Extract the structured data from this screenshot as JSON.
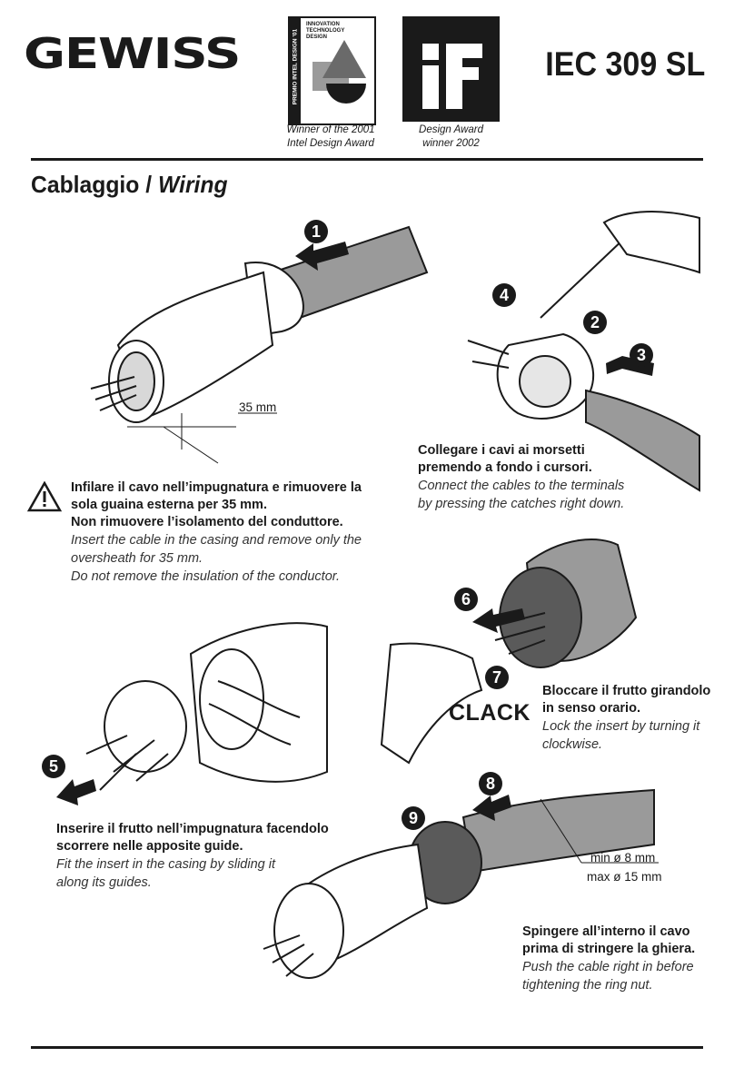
{
  "header": {
    "brand": "GEWISS",
    "product_code": "IEC 309 SL",
    "award1": {
      "badge_text": [
        "INNOVATION",
        "TECHNOLOGY",
        "DESIGN"
      ],
      "side_text": "PREMIO INTEL DESIGN '01",
      "caption_line1": "Winner of the 2001",
      "caption_line2": "Intel Design Award"
    },
    "award2": {
      "badge_text": "iF",
      "caption_line1": "Design Award",
      "caption_line2": "winner 2002"
    }
  },
  "section": {
    "title_it": "Cablaggio /",
    "title_en": "Wiring"
  },
  "steps": {
    "s1": "1",
    "s2": "2",
    "s3": "3",
    "s4": "4",
    "s5": "5",
    "s6": "6",
    "s7": "7",
    "s8": "8",
    "s9": "9"
  },
  "dimensions": {
    "strip_length": "35 mm",
    "min_diameter": "min ø 8 mm",
    "max_diameter": "max ø 15 mm"
  },
  "sound_label": "CLACK",
  "instructions": {
    "strip": {
      "it_line1": "Infilare  il cavo nell’impugnatura e rimuovere la",
      "it_line2": "sola guaina esterna per 35 mm.",
      "it_line3": "Non rimuovere l’isolamento del conduttore.",
      "en_line1": "Insert the cable in the casing and remove only the",
      "en_line2": "oversheath for 35 mm.",
      "en_line3": "Do not remove the insulation of the conductor."
    },
    "connect": {
      "it_line1": "Collegare i cavi ai morsetti",
      "it_line2": "premendo a fondo i cursori.",
      "en_line1": "Connect the cables to the terminals",
      "en_line2": "by pressing the catches right down."
    },
    "lock": {
      "it_line1": "Bloccare il frutto girandolo",
      "it_line2": "in senso orario.",
      "en_line1": "Lock the insert by turning it",
      "en_line2": "clockwise."
    },
    "insert": {
      "it_line1": "Inserire il frutto nell’impugnatura facendolo",
      "it_line2": "scorrere nelle apposite guide.",
      "en_line1": "Fit the insert in the casing by sliding it",
      "en_line2": "along its guides."
    },
    "push": {
      "it_line1": "Spingere all’interno il cavo",
      "it_line2": "prima di stringere la ghiera.",
      "en_line1": "Push the cable right in before",
      "en_line2": "tightening the ring nut."
    }
  },
  "icons": {
    "warning": "warning-triangle-icon",
    "arrow": "direction-arrow-icon"
  }
}
